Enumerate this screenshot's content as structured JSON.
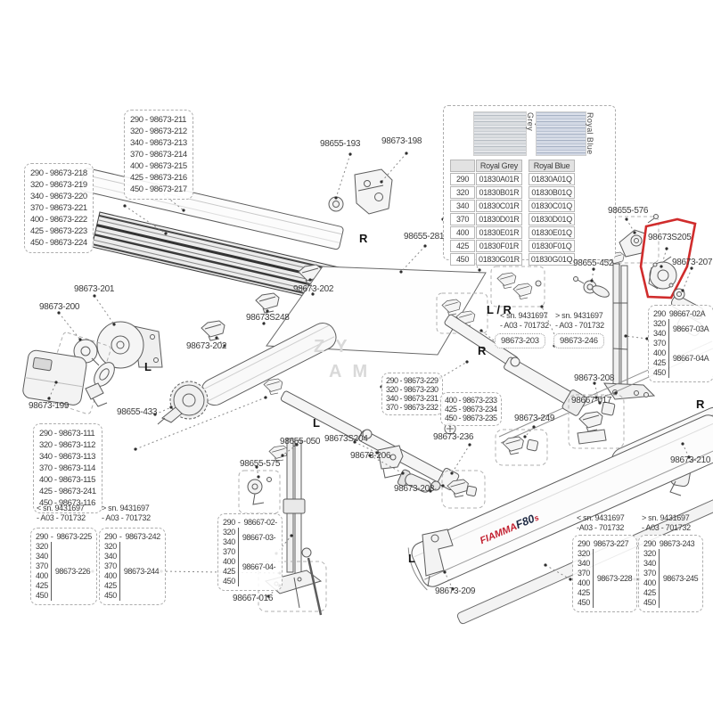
{
  "part_labels": {
    "a193": "98655-193",
    "a198": "98673-198",
    "a281": "98655-281",
    "a576": "98655-576",
    "s205": "98673S205",
    "a207": "98673-207",
    "a452": "98655-452",
    "a201": "98673-201",
    "a200": "98673-200",
    "a202a": "98673-202",
    "s248": "98673S248",
    "a202b": "98673-202",
    "a199": "98673-199",
    "a433": "98655-433",
    "a208a": "98673-208",
    "a017": "98667-017",
    "a249": "98673-249",
    "a236": "98673-236",
    "a210": "98673-210",
    "a050": "98655-050",
    "s204": "98673S204",
    "a206": "98673-206",
    "a575": "98655-575",
    "a208b": "98673-208",
    "a209": "98673-209",
    "a016": "98667-016"
  },
  "letters": {
    "lr": "L / R",
    "l1": "L",
    "l2": "L",
    "l3": "L",
    "r1": "R",
    "r2": "R",
    "r3": "R"
  },
  "sn_headers": {
    "mid_lt": [
      "< sn. 9431697",
      "- A03 - 701732"
    ],
    "mid_gt": [
      "> sn. 9431697",
      "- A03 - 701732"
    ],
    "bl_lt": [
      "< sn. 9431697",
      "- A03 - 701732"
    ],
    "bl_gt": [
      "> sn. 9431697",
      "- A03 - 701732"
    ],
    "br_lt": [
      "< sn. 9431697",
      "-A03 - 701732"
    ],
    "br_gt": [
      "> sn. 9431697",
      "- A03 - 701732"
    ]
  },
  "sn_parts": {
    "b203": "98673-203",
    "b246": "98673-246"
  },
  "lists": {
    "box218": [
      "290 - 98673-218",
      "320 - 98673-219",
      "340 - 98673-220",
      "370 - 98673-221",
      "400 - 98673-222",
      "425 - 98673-223",
      "450 - 98673-224"
    ],
    "box211": [
      "290 - 98673-211",
      "320 - 98673-212",
      "340 - 98673-213",
      "370 - 98673-214",
      "400 - 98673-215",
      "425 - 98673-216",
      "450 - 98673-217"
    ],
    "box111": [
      "290 - 98673-111",
      "320 - 98673-112",
      "340 - 98673-113",
      "370 - 98673-114",
      "400 - 98673-115",
      "425 - 98673-241",
      "450 - 98673-116"
    ],
    "box229": [
      "290 - 98673-229",
      "320 - 98673-230",
      "340 - 98673-231",
      "370 - 98673-232"
    ],
    "box233": [
      "400 - 98673-233",
      "425 - 98673-234",
      "450 - 98673-235"
    ]
  },
  "grouped": {
    "bl_a": {
      "rows": [
        {
          "sizes": [
            "290"
          ],
          "part": "98673-225",
          "dash": true
        },
        {
          "sizes": [
            "320",
            "340",
            "370",
            "400",
            "425",
            "450"
          ],
          "part": "98673-226"
        }
      ]
    },
    "bl_b": {
      "rows": [
        {
          "sizes": [
            "290"
          ],
          "part": "98673-242",
          "dash": true
        },
        {
          "sizes": [
            "320",
            "340",
            "370",
            "400",
            "425",
            "450"
          ],
          "part": "98673-244"
        }
      ]
    },
    "bc": {
      "rows": [
        {
          "sizes": [
            "290"
          ],
          "part": "98667-02-",
          "dash": true
        },
        {
          "sizes": [
            "320",
            "340"
          ],
          "part": "98667-03-"
        },
        {
          "sizes": [
            "370",
            "400",
            "425",
            "450"
          ],
          "part": "98667-04-"
        }
      ]
    },
    "right": {
      "rows": [
        {
          "sizes": [
            "290"
          ],
          "part": "98667-02A"
        },
        {
          "sizes": [
            "320",
            "340"
          ],
          "part": "98667-03A"
        },
        {
          "sizes": [
            "370",
            "400",
            "425",
            "450"
          ],
          "part": "98667-04A"
        }
      ]
    },
    "br_a": {
      "rows": [
        {
          "sizes": [
            "290"
          ],
          "part": "98673-227"
        },
        {
          "sizes": [
            "320",
            "340",
            "370",
            "400",
            "425",
            "450"
          ],
          "part": "98673-228"
        }
      ]
    },
    "br_b": {
      "rows": [
        {
          "sizes": [
            "290"
          ],
          "part": "98673-243"
        },
        {
          "sizes": [
            "320",
            "340",
            "370",
            "400",
            "425",
            "450"
          ],
          "part": "98673-245"
        }
      ]
    }
  },
  "fabric": {
    "swatch_labels": [
      "Royal Grey",
      "Royal Blue"
    ],
    "table": {
      "headers": [
        "",
        "Royal Grey",
        "Royal Blue"
      ],
      "rows": [
        [
          "290",
          "01830A01R",
          "01830A01Q"
        ],
        [
          "320",
          "01830B01R",
          "01830B01Q"
        ],
        [
          "340",
          "01830C01R",
          "01830C01Q"
        ],
        [
          "370",
          "01830D01R",
          "01830D01Q"
        ],
        [
          "400",
          "01830E01R",
          "01830E01Q"
        ],
        [
          "425",
          "01830F01R",
          "01830F01Q"
        ],
        [
          "450",
          "01830G01R",
          "01830G01Q"
        ]
      ]
    }
  },
  "logo": {
    "brand": "FIAMMA",
    "model": "F80",
    "variant": "s"
  },
  "watermark": {
    "line1": "ZY",
    "line2": "AM"
  },
  "colors": {
    "highlight_red": "#d02c2c"
  }
}
